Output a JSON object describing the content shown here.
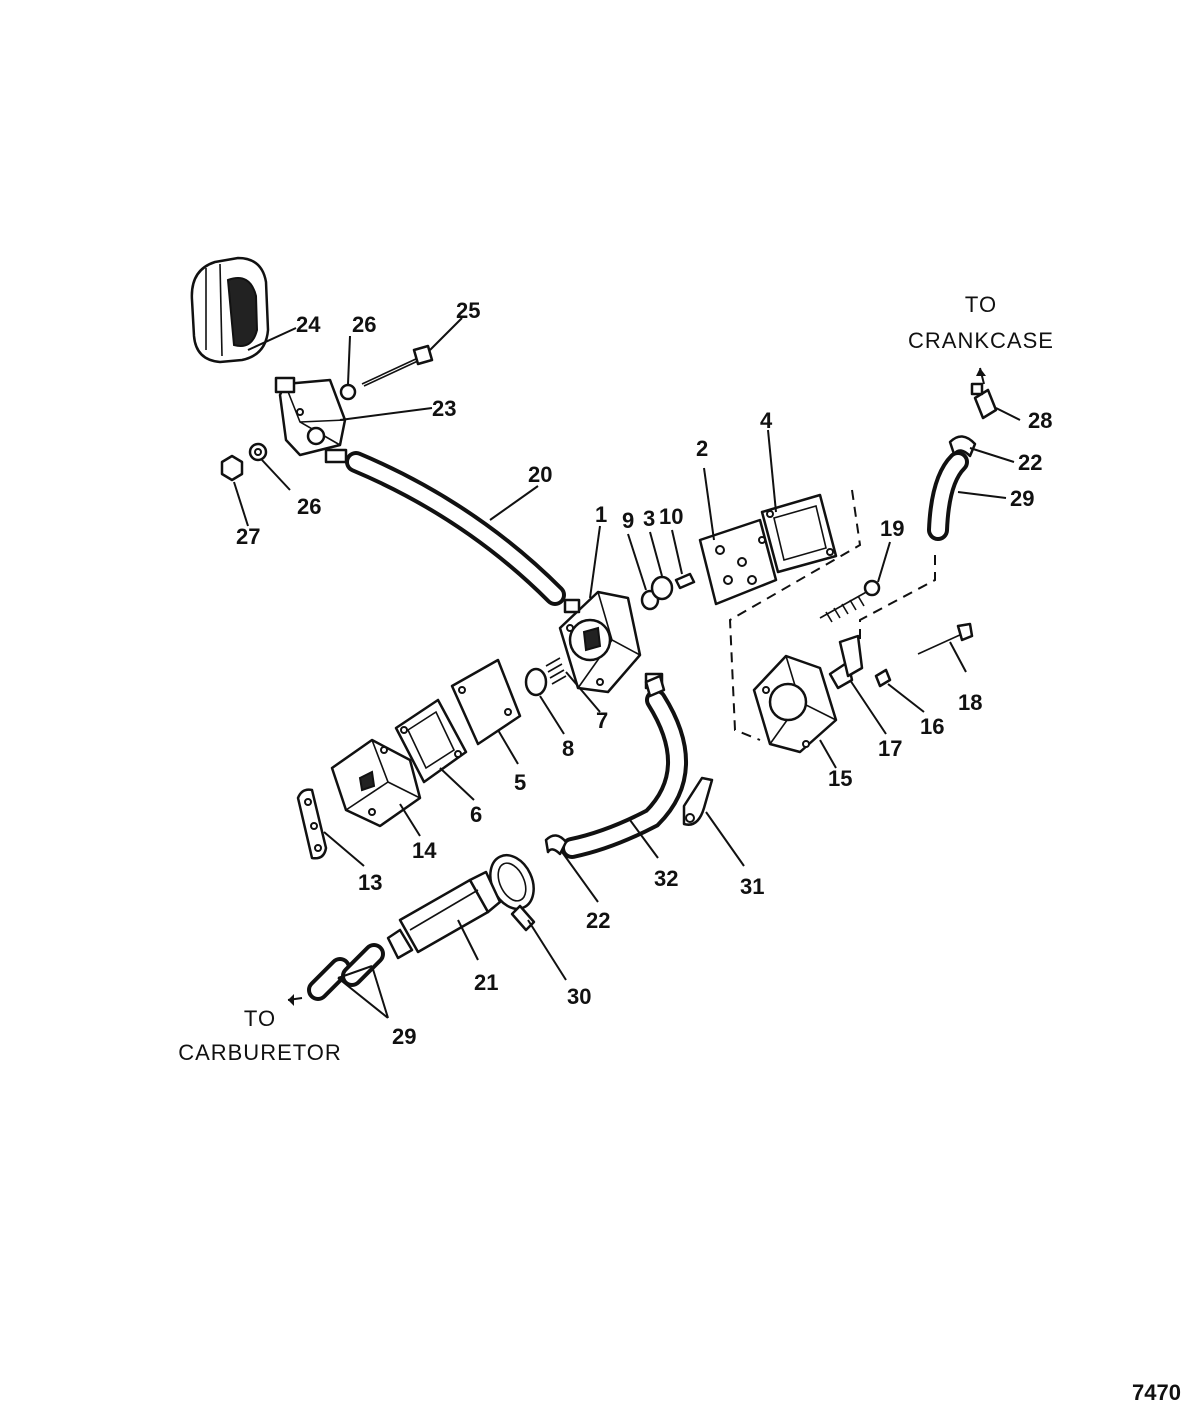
{
  "figure_number": "7470",
  "destinations": {
    "crankcase": [
      "TO",
      "CRANKCASE"
    ],
    "carburetor": [
      "TO",
      "CARBURETOR"
    ]
  },
  "callouts": {
    "c1": "1",
    "c2": "2",
    "c3": "3",
    "c4": "4",
    "c5": "5",
    "c6": "6",
    "c7": "7",
    "c8": "8",
    "c9": "9",
    "c10": "10",
    "c13": "13",
    "c14": "14",
    "c15": "15",
    "c16": "16",
    "c17": "17",
    "c18": "18",
    "c19": "19",
    "c20": "20",
    "c21": "21",
    "c22a": "22",
    "c22b": "22",
    "c23": "23",
    "c24": "24",
    "c25": "25",
    "c26a": "26",
    "c26b": "26",
    "c27": "27",
    "c28": "28",
    "c29a": "29",
    "c29b": "29",
    "c30": "30",
    "c31": "31",
    "c32": "32"
  }
}
